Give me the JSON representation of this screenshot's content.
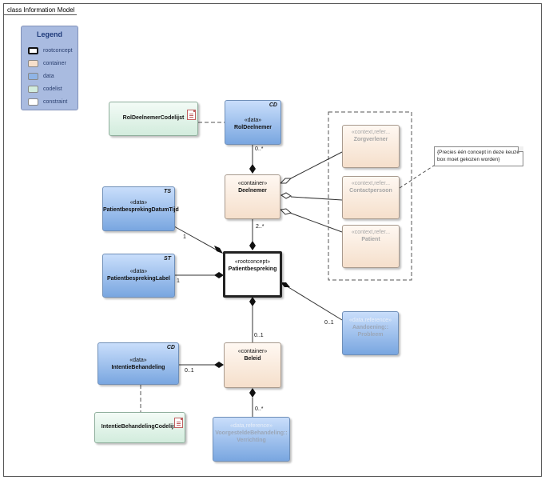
{
  "diagram_title": "class Information Model",
  "legend": {
    "title": "Legend",
    "items": [
      {
        "label": "rootconcept",
        "color": "#ffffff"
      },
      {
        "label": "container",
        "color": "#f5dfcb"
      },
      {
        "label": "data",
        "color": "#8fb4e6"
      },
      {
        "label": "codelist",
        "color": "#d2ecdd"
      },
      {
        "label": "constraint",
        "color": "#ffffff"
      }
    ]
  },
  "classes": {
    "rol_deelnemer_codelijst": {
      "name": "RolDeelnemerCodelijst"
    },
    "rol_deelnemer": {
      "stereotype": "«data»",
      "name": "RolDeelnemer",
      "tag": "CD"
    },
    "zorgverlener": {
      "stereotype": "«context,refer...",
      "name": "Zorgverlener"
    },
    "deelnemer": {
      "stereotype": "«container»",
      "name": "Deelnemer"
    },
    "contactpersoon": {
      "stereotype": "«context,refer...",
      "name": "Contactpersoon"
    },
    "patient": {
      "stereotype": "«context,refer...",
      "name": "Patient"
    },
    "datum_tijd": {
      "stereotype": "«data»",
      "name": "PatientbesprekingDatumTijd",
      "tag": "TS"
    },
    "label": {
      "stereotype": "«data»",
      "name": "PatientbesprekingLabel",
      "tag": "ST"
    },
    "patientbespreking": {
      "stereotype": "«rootconcept»",
      "name": "Patientbespreking"
    },
    "aandoening": {
      "stereotype": "«data,reference»",
      "name1": "Aandoening::",
      "name2": "Probleem"
    },
    "intentie_behandeling": {
      "stereotype": "«data»",
      "name": "IntentieBehandeling",
      "tag": "CD"
    },
    "beleid": {
      "stereotype": "«container»",
      "name": "Beleid"
    },
    "intentie_codelijst": {
      "name": "IntentieBehandelingCodelijst"
    },
    "voorgestelde": {
      "stereotype": "«data,reference»",
      "name1": "VoorgesteldeBehandeling::",
      "name2": "Verrichting"
    }
  },
  "note": {
    "text": "{Precies één concept in deze keuze box moet gekozen worden}"
  },
  "multiplicities": {
    "rol": "0..*",
    "deelnemer": "2..*",
    "datum": "1",
    "label": "1",
    "aandoening": "0..1",
    "beleid": "0..1",
    "intentie": "0..1",
    "voorgestelde": "0..*"
  },
  "colors": {
    "data": "#8fb4e6",
    "container": "#f5dfcb",
    "codelist": "#d2ecdd",
    "legend_bg": "#a9bbe0"
  }
}
